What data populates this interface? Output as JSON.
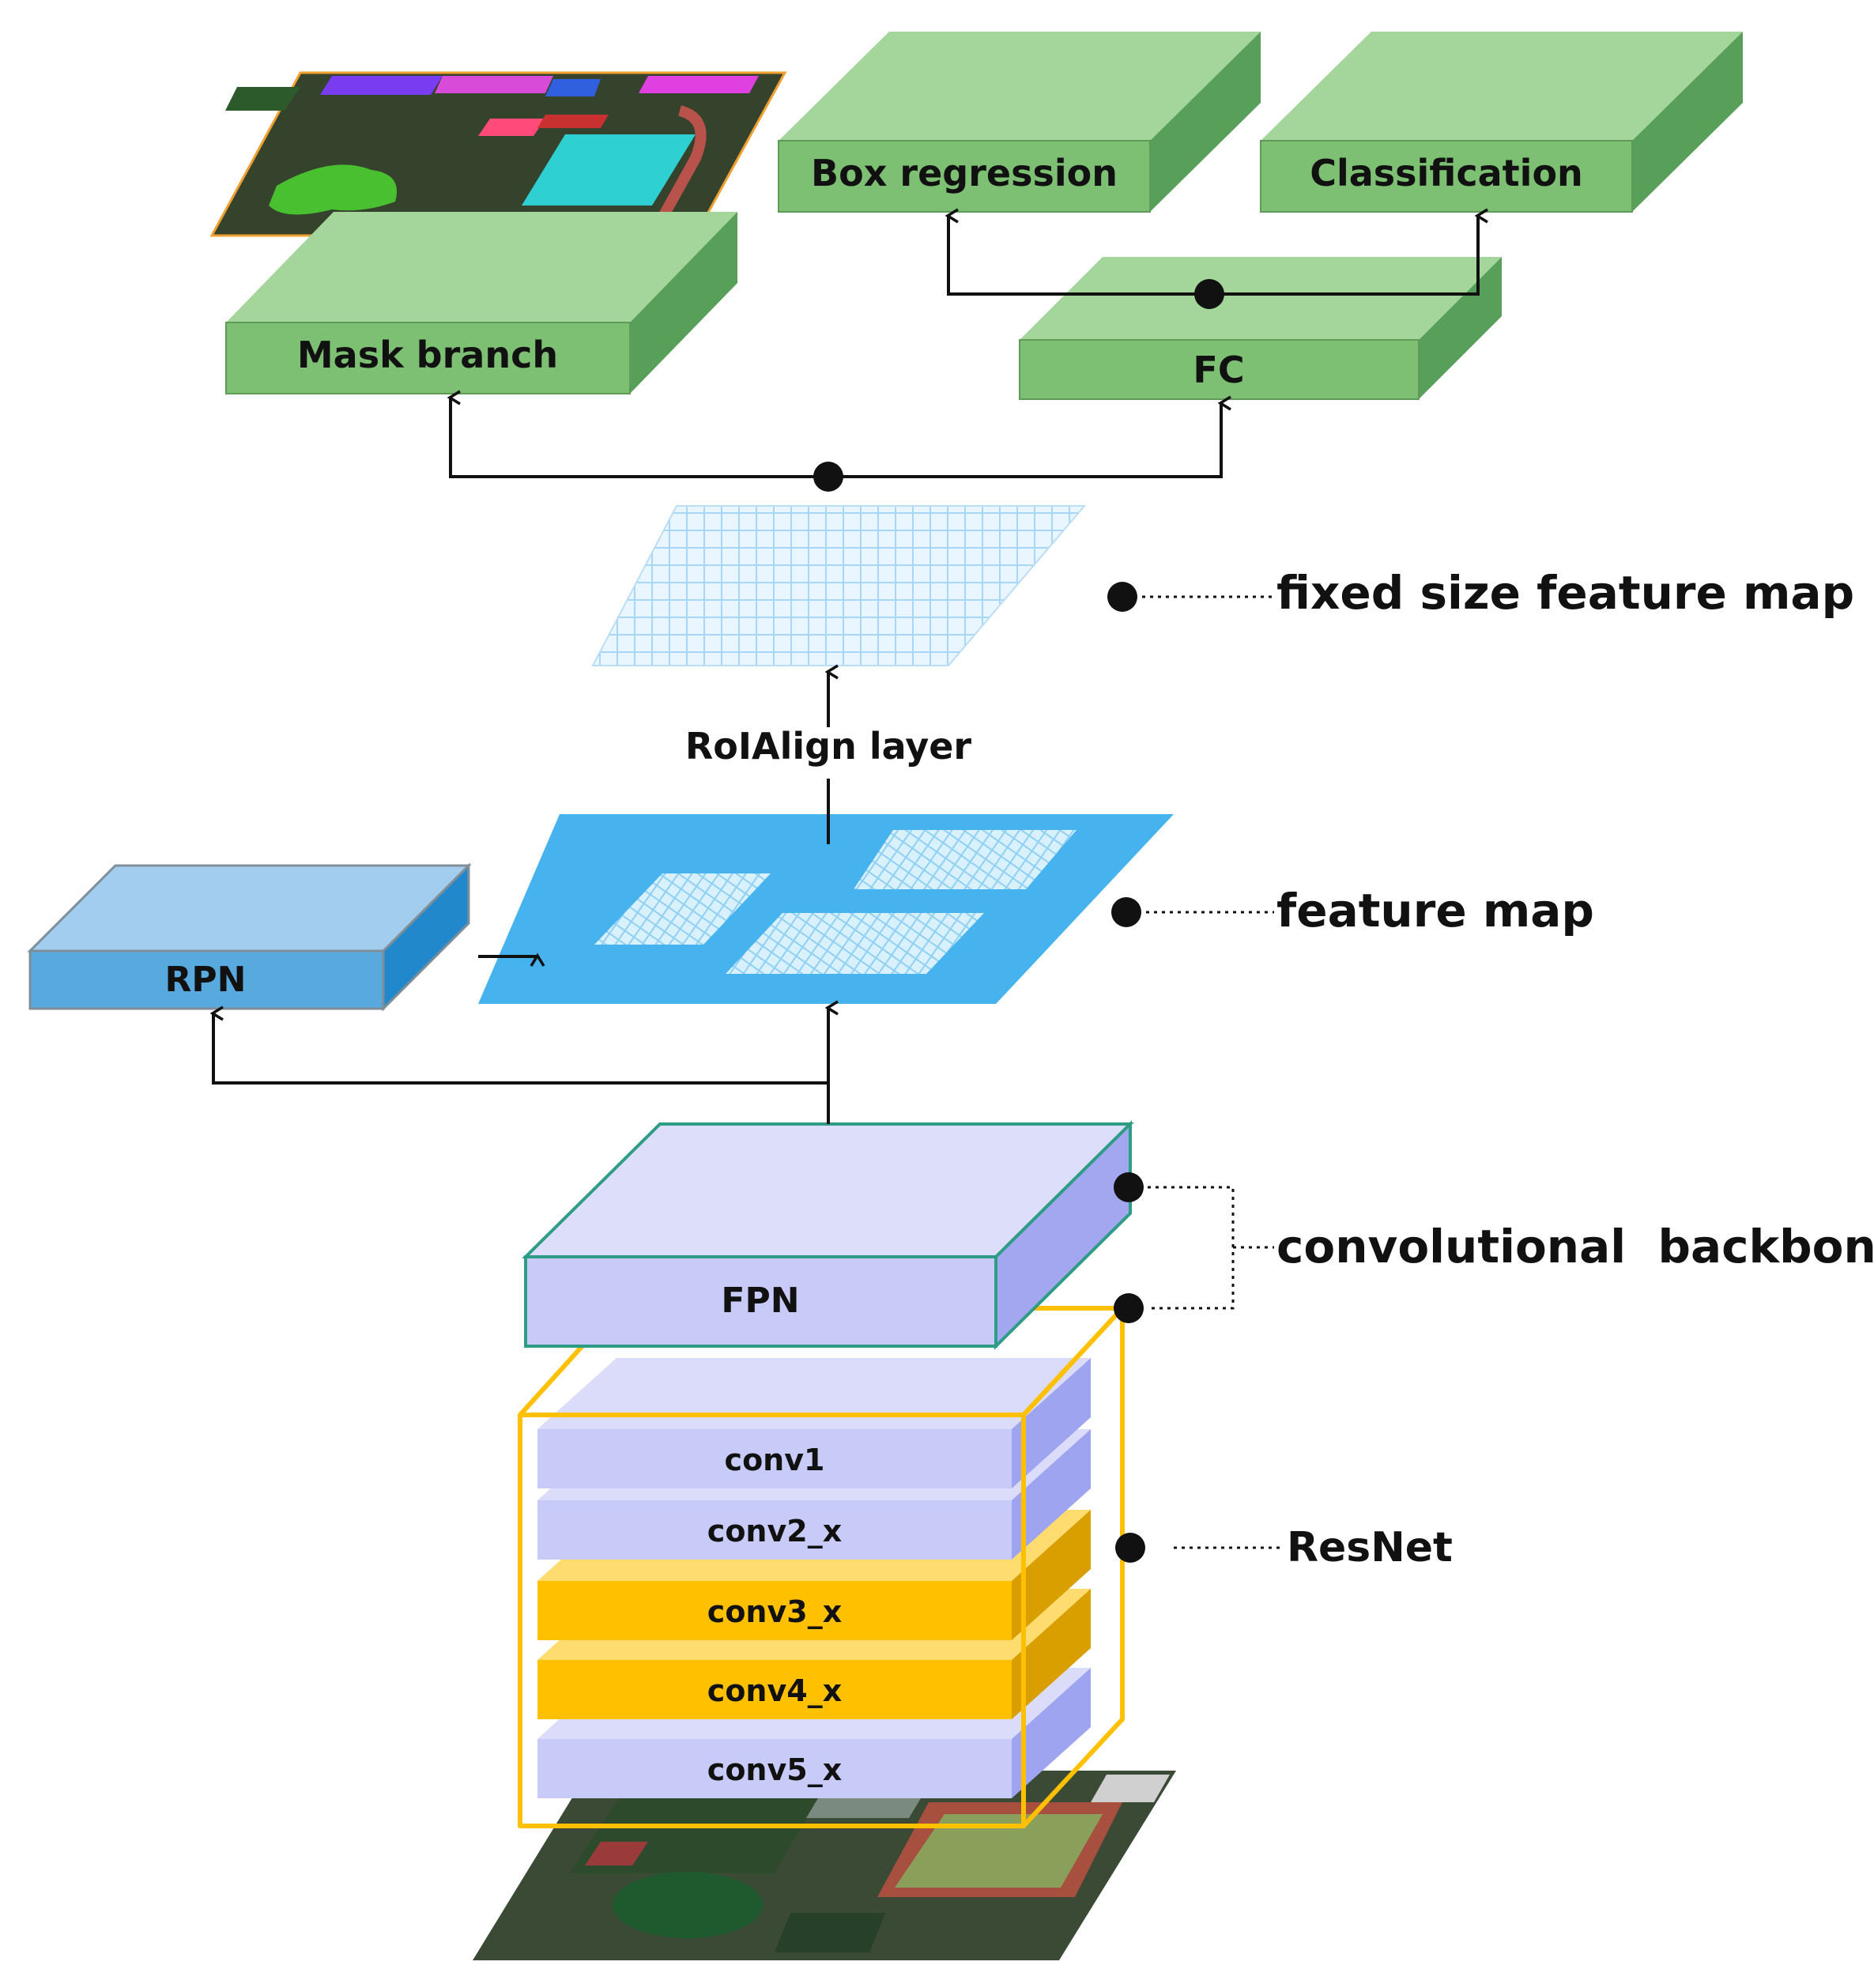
{
  "heads": {
    "mask_branch": "Mask branch",
    "box_regression": "Box regression",
    "classification": "Classification",
    "fc": "FC"
  },
  "roi_align_label": "RoIAlign layer",
  "rpn_label": "RPN",
  "fpn_label": "FPN",
  "resnet_layers": [
    "conv1",
    "conv2_x",
    "conv3_x",
    "conv4_x",
    "conv5_x"
  ],
  "annotations": {
    "fixed_map": "fixed size feature map",
    "feature_map": "feature map",
    "backbone": "convolutional  backbone",
    "resnet": "ResNet"
  },
  "colors": {
    "head_green": "#7dbf73",
    "head_green_top": "#a4d69b",
    "rpn_blue": "#58a9dd",
    "feature_map_blue": "#46b3ee",
    "lavender": "#c8cbf7",
    "gold": "#ffc000",
    "arrow": "#111111"
  }
}
